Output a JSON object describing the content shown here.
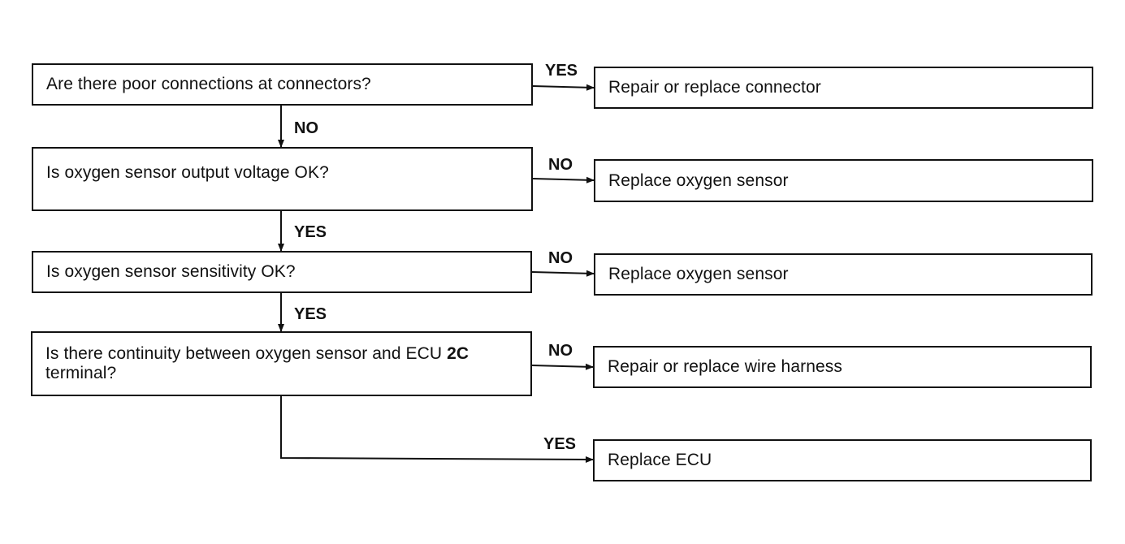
{
  "questions": [
    {
      "text": "Are there poor connections at connectors?"
    },
    {
      "text": "Is oxygen sensor output voltage OK?"
    },
    {
      "text": "Is oxygen sensor sensitivity OK?"
    },
    {
      "text_line1": "Is there continuity between oxygen sensor and ECU ",
      "text_bold": "2C",
      "text_line2": "terminal?"
    }
  ],
  "actions": [
    {
      "text": "Repair or replace connector"
    },
    {
      "text": "Replace oxygen sensor"
    },
    {
      "text": "Replace oxygen sensor"
    },
    {
      "text": "Repair or replace wire harness"
    },
    {
      "text": "Replace ECU"
    }
  ],
  "branch_labels": {
    "q1_right": "YES",
    "q1_down": "NO",
    "q2_right": "NO",
    "q2_down": "YES",
    "q3_right": "NO",
    "q3_down": "YES",
    "q4_right": "NO",
    "q4_down": "YES"
  },
  "colors": {
    "line": "#111111",
    "background": "#ffffff"
  }
}
